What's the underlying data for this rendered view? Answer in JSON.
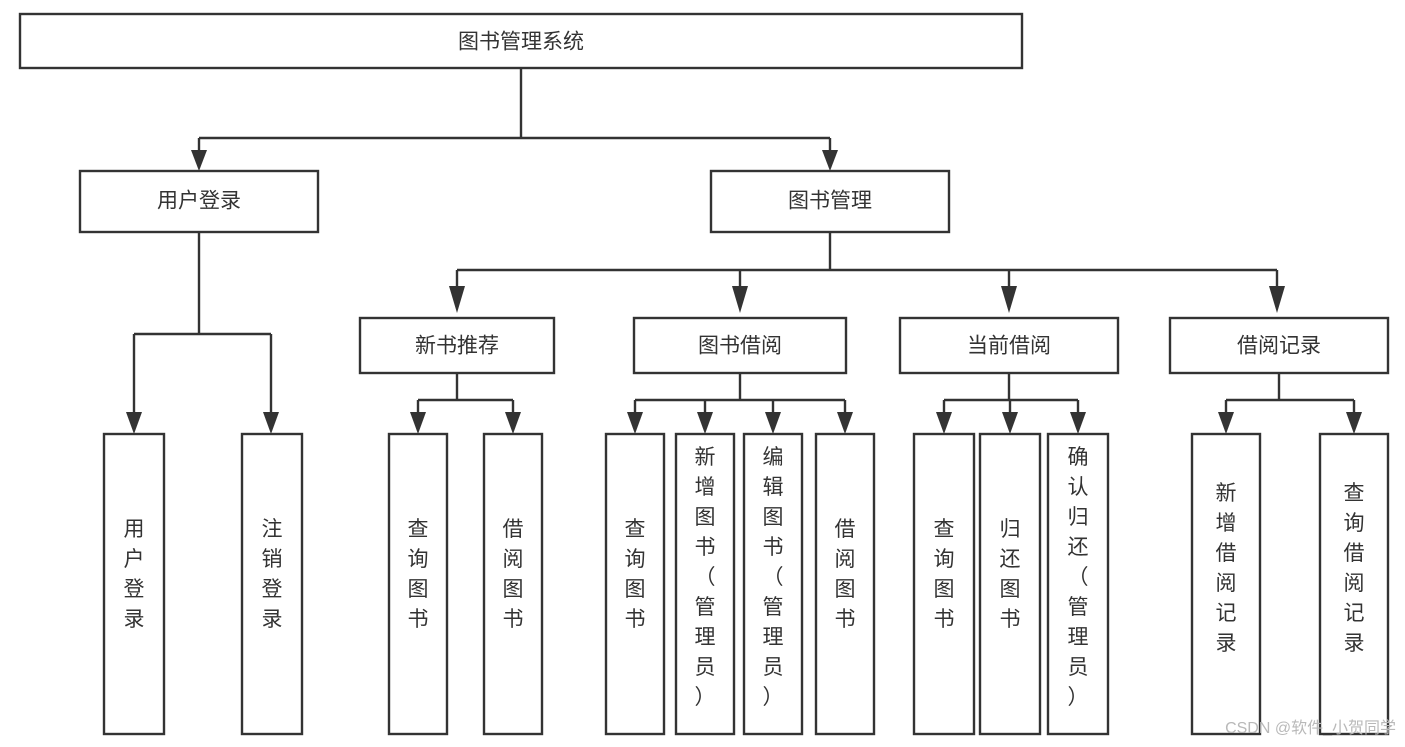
{
  "diagram": {
    "title": "图书管理系统",
    "type": "tree-hierarchy-chart",
    "watermark": "CSDN @软件_小贺同学",
    "colors": {
      "stroke": "#333333",
      "fill": "#ffffff",
      "text": "#333333",
      "watermark": "#b9b9b9"
    },
    "root": {
      "label": "图书管理系统"
    },
    "level2": [
      {
        "label": "用户登录"
      },
      {
        "label": "图书管理"
      }
    ],
    "level3": [
      {
        "label": "新书推荐"
      },
      {
        "label": "图书借阅"
      },
      {
        "label": "当前借阅"
      },
      {
        "label": "借阅记录"
      }
    ],
    "leaves": {
      "user_login": [
        {
          "label": "用户登录"
        },
        {
          "label": "注销登录"
        }
      ],
      "new_book_rec": [
        {
          "label": "查询图书"
        },
        {
          "label": "借阅图书"
        }
      ],
      "book_borrow": [
        {
          "label": "查询图书"
        },
        {
          "label": "新增图书（管理员）"
        },
        {
          "label": "编辑图书（管理员）"
        },
        {
          "label": "借阅图书"
        }
      ],
      "current_borrow": [
        {
          "label": "查询图书"
        },
        {
          "label": "归还图书"
        },
        {
          "label": "确认归还（管理员）"
        }
      ],
      "borrow_record": [
        {
          "label": "新增借阅记录"
        },
        {
          "label": "查询借阅记录"
        }
      ]
    }
  }
}
